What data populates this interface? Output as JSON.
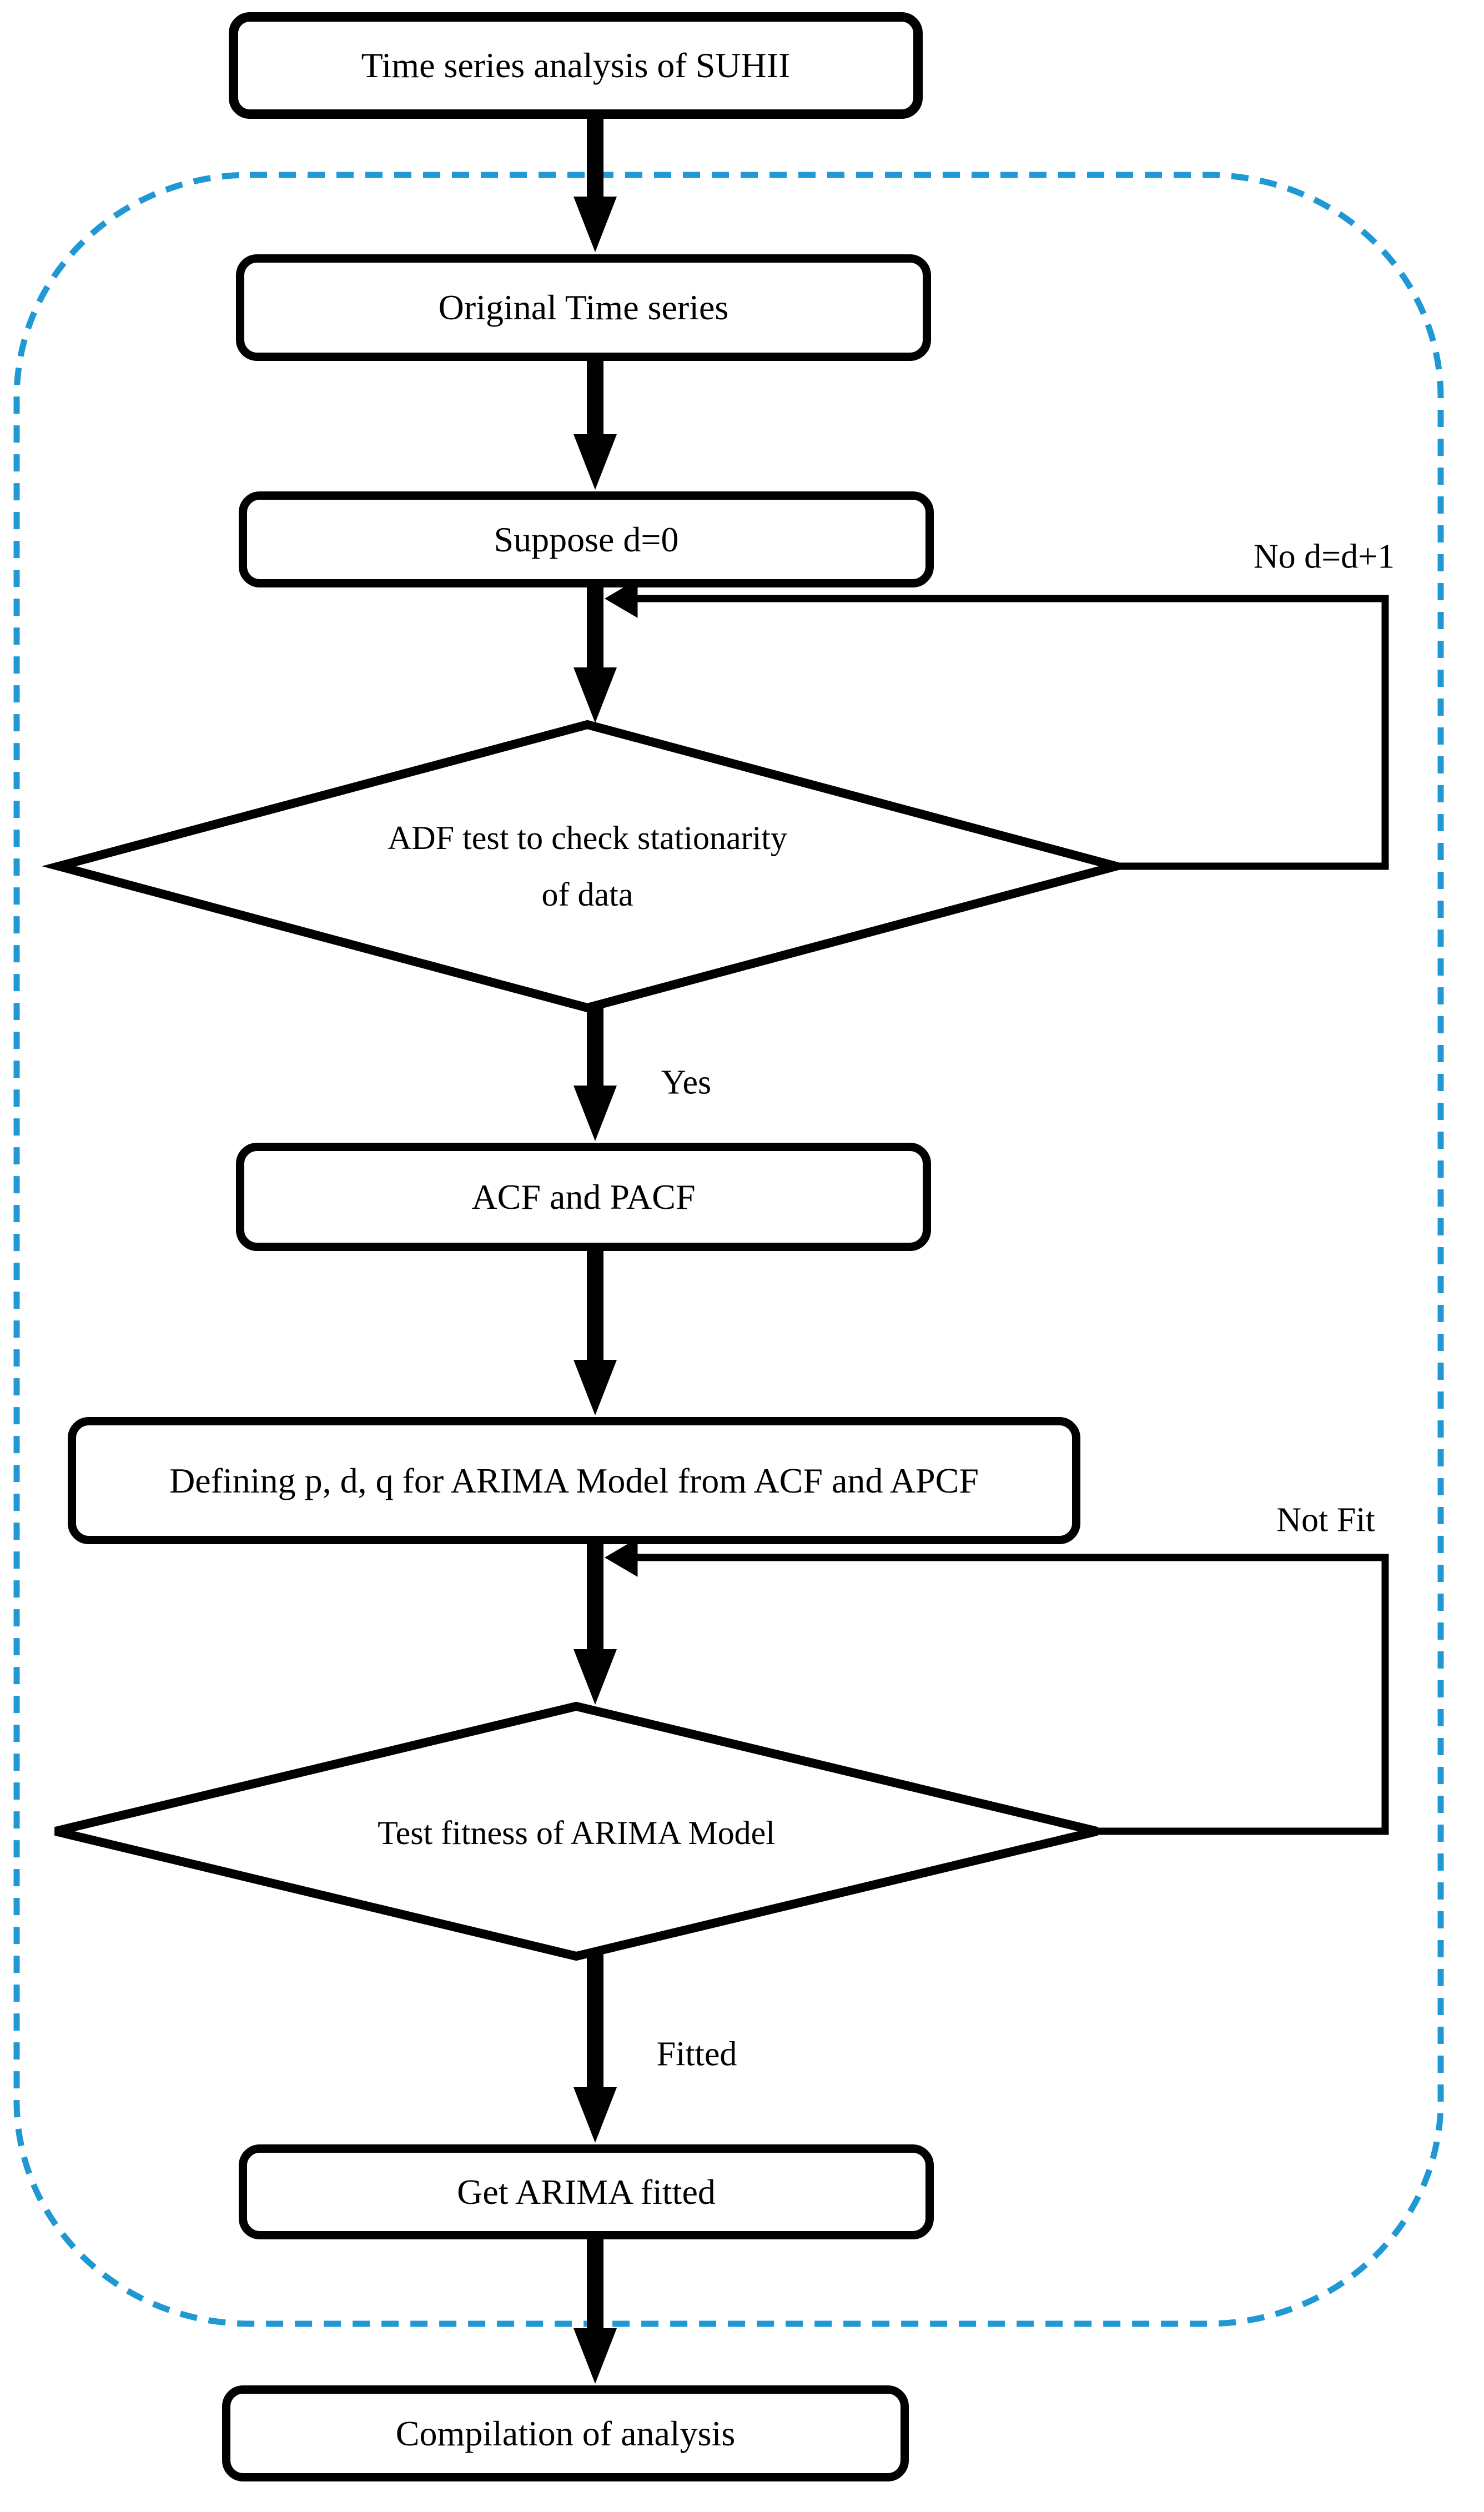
{
  "flowchart": {
    "nodes": {
      "title": "Time series analysis of SUHII",
      "original_series": "Original Time series",
      "suppose_d": "Suppose d=0",
      "adf_line1": "ADF test to check stationarity",
      "adf_line2": "of data",
      "acf_pacf": "ACF and PACF",
      "defining": "Defining p, d, q for ARIMA Model from ACF and APCF",
      "fitness": "Test fitness of ARIMA Model",
      "get_fitted": "Get ARIMA fitted",
      "compilation": "Compilation of analysis"
    },
    "edge_labels": {
      "no_loop": "No d=d+1",
      "yes": "Yes",
      "not_fit": "Not Fit",
      "fitted": "Fitted"
    },
    "colors": {
      "line": "#000000",
      "dashed_border": "#2098D4",
      "background": "#FFFFFF"
    }
  }
}
